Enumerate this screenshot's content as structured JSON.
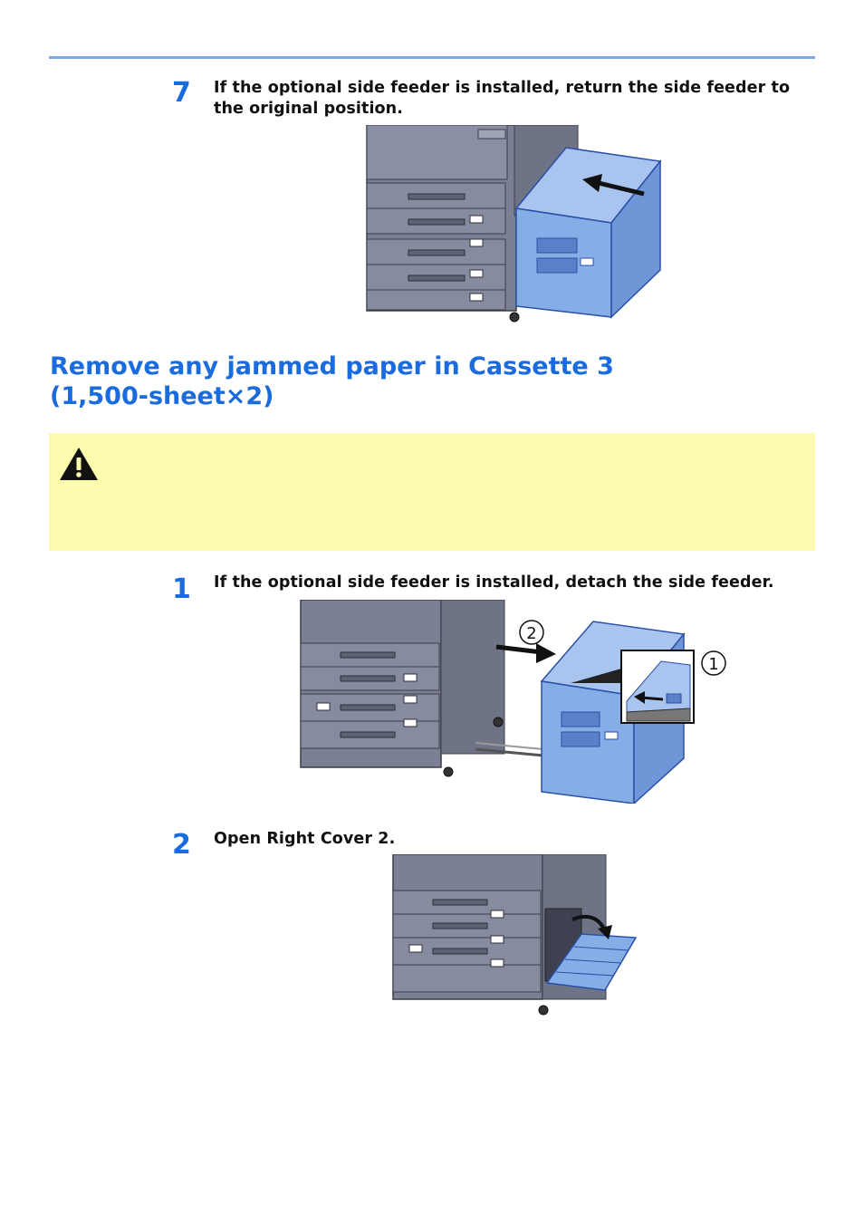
{
  "steps": [
    {
      "number": "7",
      "text": "If the optional side feeder is installed, return the side feeder to the original position."
    },
    {
      "number": "1",
      "text": "If the optional side feeder is installed, detach the side feeder."
    },
    {
      "number": "2",
      "text": "Open Right Cover 2."
    }
  ],
  "section": {
    "title_line1": "Remove any jammed paper in Cassette 3",
    "title_line2": "(1,500-sheet×2)"
  },
  "illustrations": {
    "detach_callout_1": "1",
    "detach_callout_2": "2"
  },
  "colors": {
    "accent": "#1a6bde",
    "rule": "#7fa6e6",
    "caution_bg": "#fdfbae",
    "printer_body": "#7b8094",
    "feeder_blue": "#86aee6"
  },
  "icons": {
    "caution": "caution-triangle-icon",
    "move_arrow": "arrow-icon"
  }
}
